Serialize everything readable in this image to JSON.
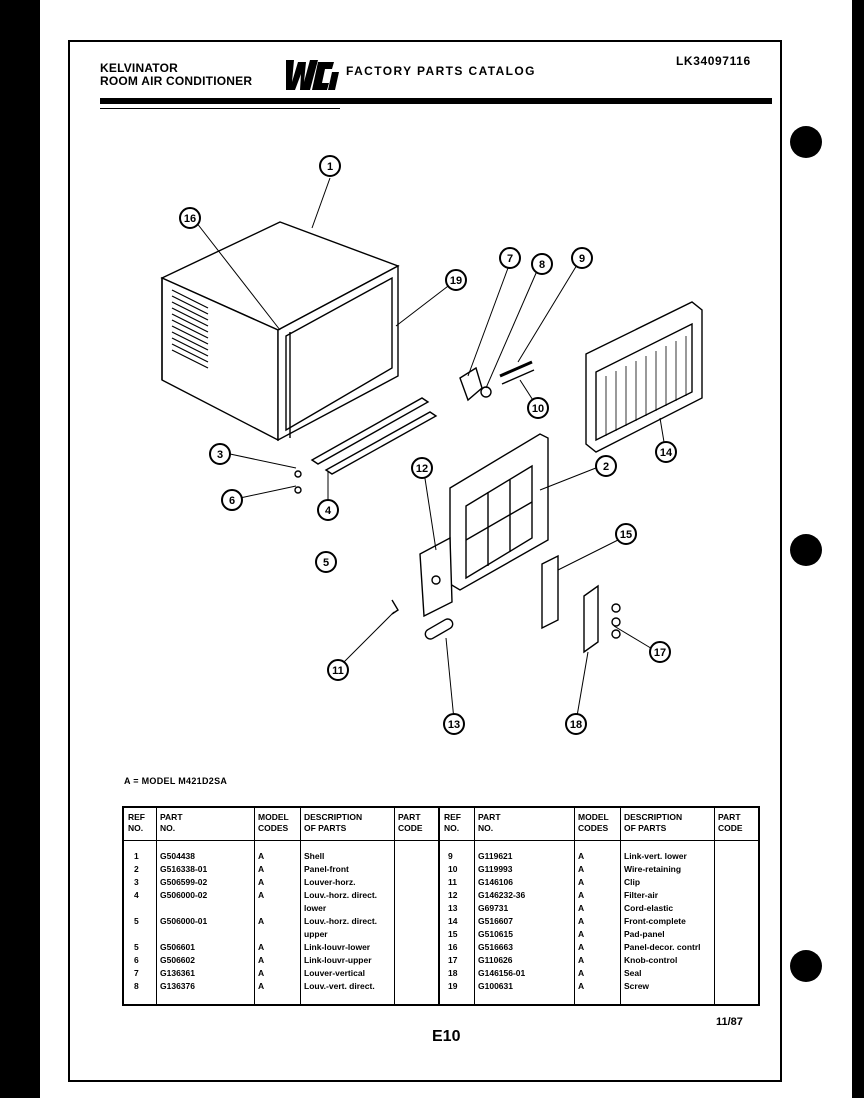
{
  "header": {
    "brand_line1": "KELVINATOR",
    "brand_line2": "ROOM AIR CONDITIONER",
    "catalog_title": "FACTORY PARTS CATALOG",
    "catalog_code": "LK34097116"
  },
  "diagram": {
    "callouts": [
      "1",
      "2",
      "3",
      "4",
      "5",
      "6",
      "7",
      "8",
      "9",
      "10",
      "11",
      "12",
      "13",
      "14",
      "15",
      "16",
      "17",
      "18",
      "19"
    ]
  },
  "model_note": "A = MODEL M421D2SA",
  "table": {
    "headers": {
      "ref": [
        "REF",
        "NO."
      ],
      "part": [
        "PART",
        "NO."
      ],
      "model": [
        "MODEL",
        "CODES"
      ],
      "desc": [
        "DESCRIPTION",
        "OF PARTS"
      ],
      "code": [
        "PART",
        "CODE"
      ]
    },
    "left_rows": [
      {
        "ref": "1",
        "part": "G504438",
        "model": "A",
        "desc": "Shell"
      },
      {
        "ref": "2",
        "part": "G516338-01",
        "model": "A",
        "desc": "Panel-front"
      },
      {
        "ref": "3",
        "part": "G506599-02",
        "model": "A",
        "desc": "Louver-horz."
      },
      {
        "ref": "4",
        "part": "G506000-02",
        "model": "A",
        "desc": "Louv.-horz. direct."
      },
      {
        "ref": "",
        "part": "",
        "model": "",
        "desc": "lower"
      },
      {
        "ref": "5",
        "part": "G506000-01",
        "model": "A",
        "desc": "Louv.-horz. direct."
      },
      {
        "ref": "",
        "part": "",
        "model": "",
        "desc": "upper"
      },
      {
        "ref": "5",
        "part": "G506601",
        "model": "A",
        "desc": "Link-louvr-lower"
      },
      {
        "ref": "6",
        "part": "G506602",
        "model": "A",
        "desc": "Link-louvr-upper"
      },
      {
        "ref": "7",
        "part": "G136361",
        "model": "A",
        "desc": "Louver-vertical"
      },
      {
        "ref": "8",
        "part": "G136376",
        "model": "A",
        "desc": "Louv.-vert. direct."
      }
    ],
    "right_rows": [
      {
        "ref": "9",
        "part": "G119621",
        "model": "A",
        "desc": "Link-vert. lower"
      },
      {
        "ref": "10",
        "part": "G119993",
        "model": "A",
        "desc": "Wire-retaining"
      },
      {
        "ref": "11",
        "part": "G146106",
        "model": "A",
        "desc": "Clip"
      },
      {
        "ref": "12",
        "part": "G146232-36",
        "model": "A",
        "desc": "Filter-air"
      },
      {
        "ref": "13",
        "part": "G69731",
        "model": "A",
        "desc": "Cord-elastic"
      },
      {
        "ref": "14",
        "part": "G516607",
        "model": "A",
        "desc": "Front-complete"
      },
      {
        "ref": "15",
        "part": "G510615",
        "model": "A",
        "desc": "Pad-panel"
      },
      {
        "ref": "16",
        "part": "G516663",
        "model": "A",
        "desc": "Panel-decor. contrl"
      },
      {
        "ref": "17",
        "part": "G110626",
        "model": "A",
        "desc": "Knob-control"
      },
      {
        "ref": "18",
        "part": "G146156-01",
        "model": "A",
        "desc": "Seal"
      },
      {
        "ref": "19",
        "part": "G100631",
        "model": "A",
        "desc": "Screw"
      }
    ]
  },
  "footer": {
    "page": "E10",
    "date": "11/87"
  }
}
